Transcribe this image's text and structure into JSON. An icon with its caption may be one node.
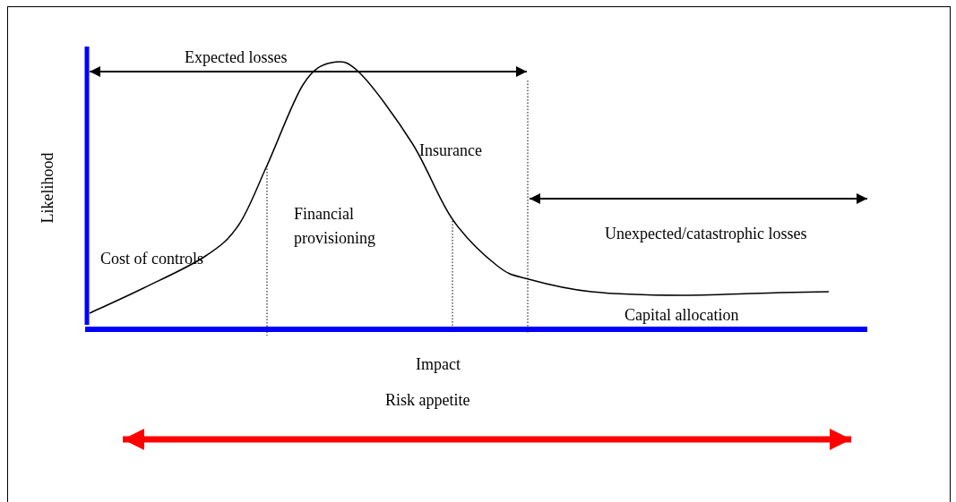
{
  "diagram": {
    "labels": [
      "Expected losses",
      "Insurance",
      "Likelihood",
      "Financial provisioning",
      "Unexpected/catastrophic losses",
      "Cost of controls",
      "Capital allocation",
      "Impact",
      "Risk appetite"
    ]
  }
}
